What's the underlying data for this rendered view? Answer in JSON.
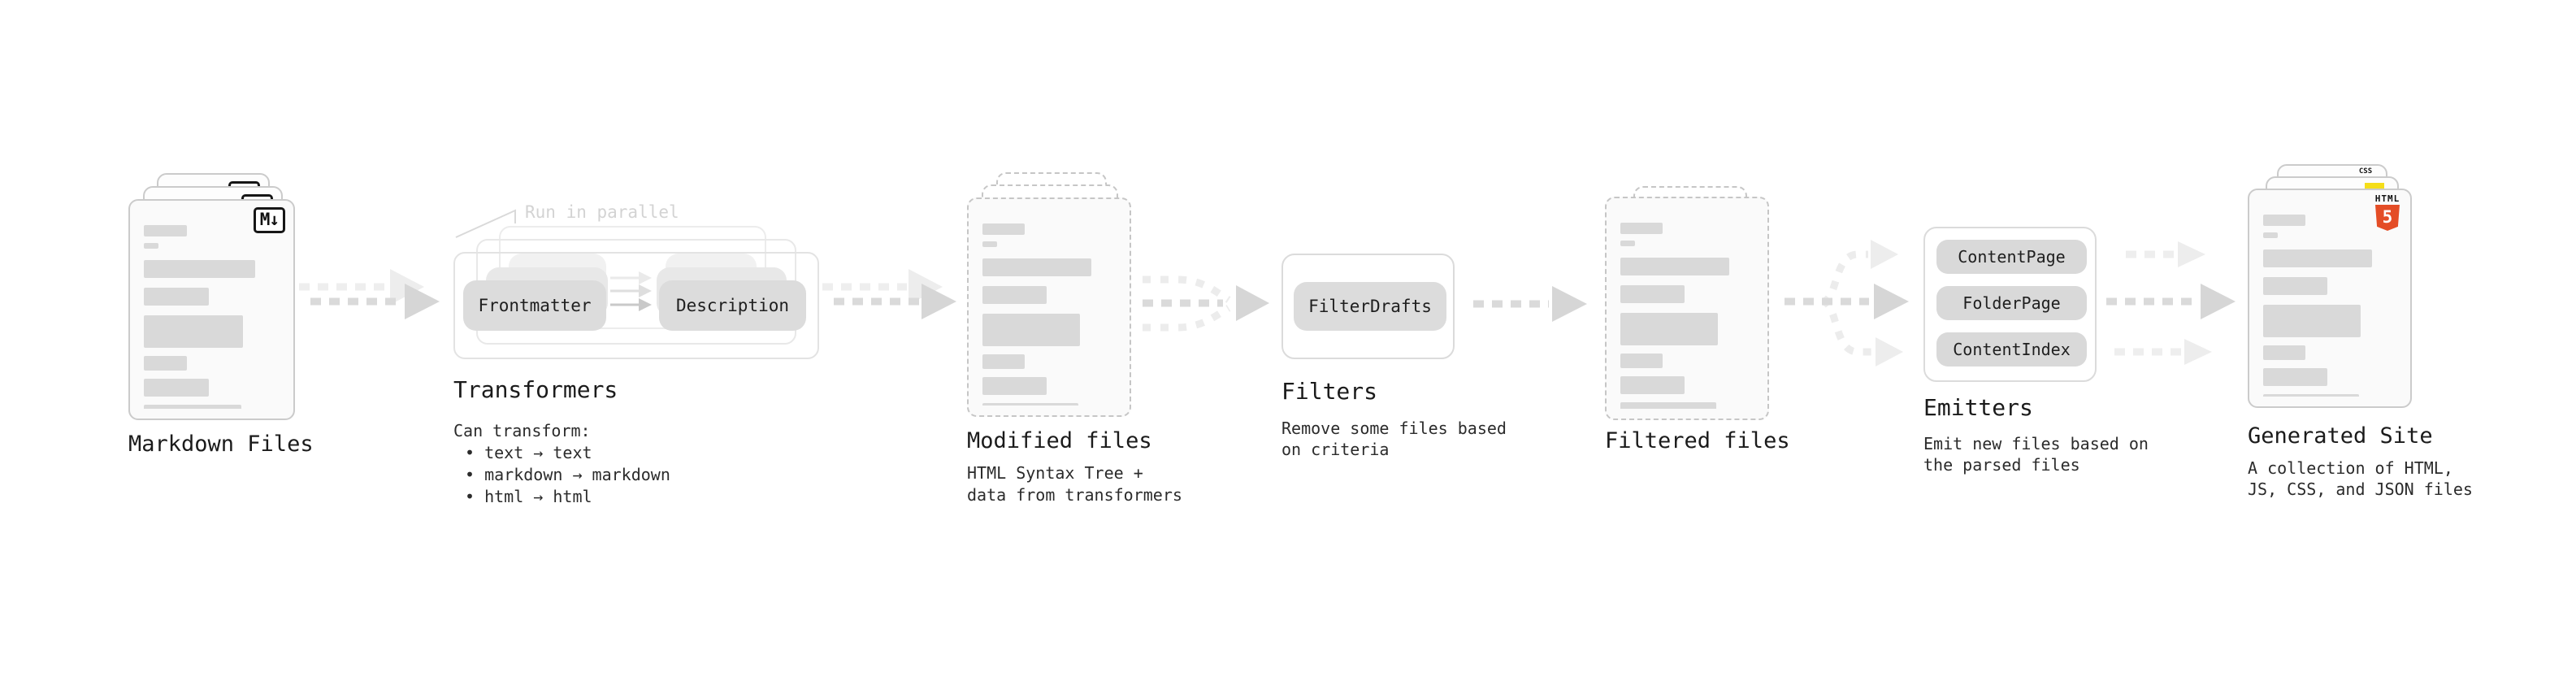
{
  "stages": {
    "markdown": {
      "label": "Markdown Files",
      "badge": "M↓"
    },
    "transformers": {
      "note": "Run in parallel",
      "pill_left": "Frontmatter",
      "pill_right": "Description",
      "title": "Transformers",
      "body_intro": "Can transform:",
      "bullets": [
        "• text → text",
        "• markdown → markdown",
        "• html → html"
      ]
    },
    "modified": {
      "label": "Modified files",
      "desc1": "HTML Syntax Tree +",
      "desc2": "data from transformers"
    },
    "filters": {
      "pill": "FilterDrafts",
      "title": "Filters",
      "desc1": "Remove some files based",
      "desc2": "on criteria"
    },
    "filtered": {
      "label": "Filtered files"
    },
    "emitters": {
      "pills": [
        "ContentPage",
        "FolderPage",
        "ContentIndex"
      ],
      "title": "Emitters",
      "desc1": "Emit new files based on",
      "desc2": "the parsed files"
    },
    "generated": {
      "label": "Generated Site",
      "desc1": "A collection of HTML,",
      "desc2": "JS, CSS, and JSON files",
      "badge_css": "CSS",
      "badge_html_word": "HTML",
      "badge_html_num": "5"
    }
  },
  "colors": {
    "html5_orange": "#e44d26",
    "js_yellow": "#f5de19",
    "css_blue": "#2965f1"
  }
}
